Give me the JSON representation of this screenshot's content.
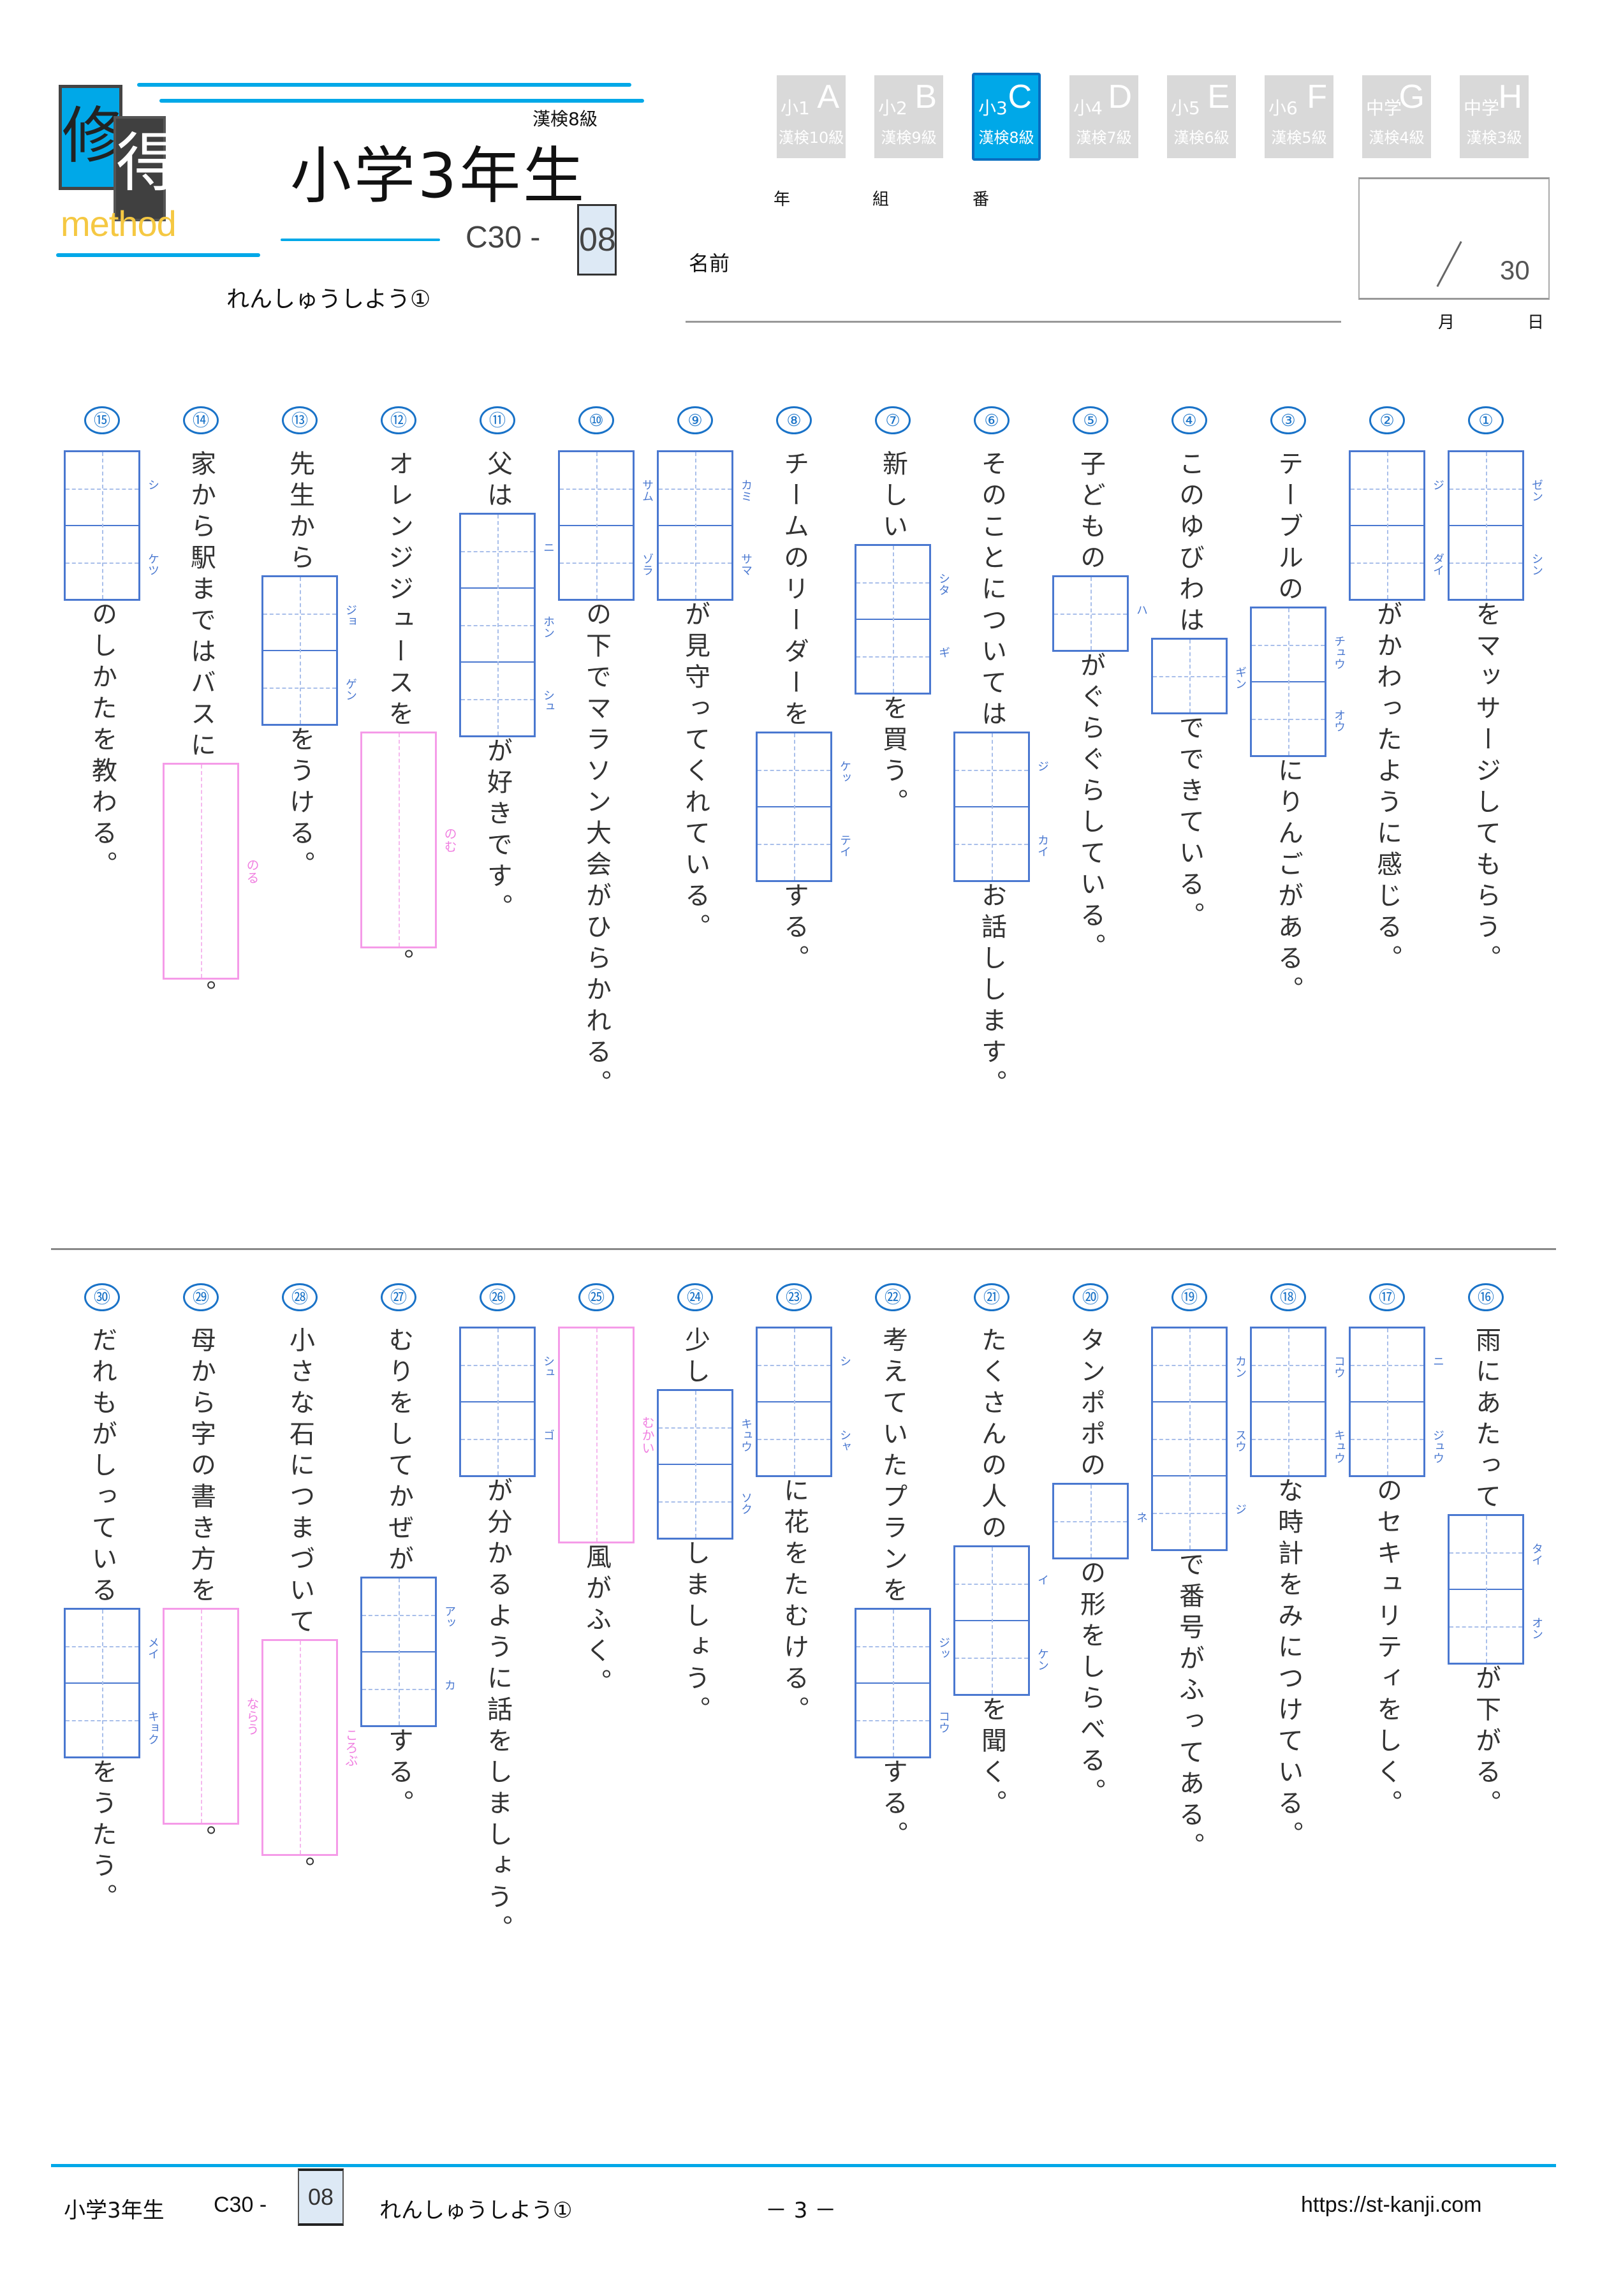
{
  "header": {
    "logo": {
      "char1": "修",
      "char2": "得",
      "word": "method"
    },
    "title": "小学3年生",
    "kanken_level": "漢検8級",
    "code_prefix": "C30 -",
    "code_number": "08",
    "subtitle": "れんしゅうしよう①"
  },
  "grade_tabs": [
    {
      "grade": "小1",
      "letter": "A",
      "kanken": "漢検10級",
      "active": false
    },
    {
      "grade": "小2",
      "letter": "B",
      "kanken": "漢検9級",
      "active": false
    },
    {
      "grade": "小3",
      "letter": "C",
      "kanken": "漢検8級",
      "active": true
    },
    {
      "grade": "小4",
      "letter": "D",
      "kanken": "漢検7級",
      "active": false
    },
    {
      "grade": "小5",
      "letter": "E",
      "kanken": "漢検6級",
      "active": false
    },
    {
      "grade": "小6",
      "letter": "F",
      "kanken": "漢検5級",
      "active": false
    },
    {
      "grade": "中学",
      "letter": "G",
      "kanken": "漢検4級",
      "active": false
    },
    {
      "grade": "中学",
      "letter": "H",
      "kanken": "漢検3級",
      "active": false
    }
  ],
  "student_info": {
    "year_label": "年",
    "class_label": "組",
    "number_label": "番",
    "name_label": "名前",
    "score_total": "30",
    "month_label": "月",
    "day_label": "日"
  },
  "questions": [
    {
      "num": "①",
      "segments": [
        {
          "type": "kanji",
          "readings": [
            "ゼン",
            "シン"
          ]
        },
        {
          "type": "text",
          "text": "をマッサージしてもらう。"
        }
      ]
    },
    {
      "num": "②",
      "segments": [
        {
          "type": "kanji",
          "readings": [
            "ジ",
            "ダイ"
          ]
        },
        {
          "type": "text",
          "text": "がかわったように感じる。"
        }
      ]
    },
    {
      "num": "③",
      "segments": [
        {
          "type": "text",
          "text": "テーブルの"
        },
        {
          "type": "kanji",
          "readings": [
            "チュウ",
            "オウ"
          ]
        },
        {
          "type": "text",
          "text": "にりんごがある。"
        }
      ]
    },
    {
      "num": "④",
      "segments": [
        {
          "type": "text",
          "text": "このゆびわは"
        },
        {
          "type": "kanji",
          "readings": [
            "ギン"
          ]
        },
        {
          "type": "text",
          "text": "でできている。"
        }
      ]
    },
    {
      "num": "⑤",
      "segments": [
        {
          "type": "text",
          "text": "子どもの"
        },
        {
          "type": "kanji",
          "readings": [
            "ハ"
          ]
        },
        {
          "type": "text",
          "text": "がぐらぐらしている。"
        }
      ]
    },
    {
      "num": "⑥",
      "segments": [
        {
          "type": "text",
          "text": "そのことについては"
        },
        {
          "type": "kanji",
          "readings": [
            "ジ",
            "カイ"
          ]
        },
        {
          "type": "text",
          "text": "お話しします。"
        }
      ]
    },
    {
      "num": "⑦",
      "segments": [
        {
          "type": "text",
          "text": "新しい"
        },
        {
          "type": "kanji",
          "readings": [
            "シタ",
            "ギ"
          ]
        },
        {
          "type": "text",
          "text": "を買う。"
        }
      ]
    },
    {
      "num": "⑧",
      "segments": [
        {
          "type": "text",
          "text": "チームのリーダーを"
        },
        {
          "type": "kanji",
          "readings": [
            "ケッ",
            "テイ"
          ]
        },
        {
          "type": "text",
          "text": "する。"
        }
      ]
    },
    {
      "num": "⑨",
      "segments": [
        {
          "type": "kanji",
          "readings": [
            "カミ",
            "サマ"
          ]
        },
        {
          "type": "text",
          "text": "が見守ってくれている。"
        }
      ]
    },
    {
      "num": "⑩",
      "segments": [
        {
          "type": "kanji",
          "readings": [
            "サム",
            "ゾラ"
          ]
        },
        {
          "type": "text",
          "text": "の下でマラソン大会がひらかれる。"
        }
      ]
    },
    {
      "num": "⑪",
      "segments": [
        {
          "type": "text",
          "text": "父は"
        },
        {
          "type": "kanji",
          "readings": [
            "ニ",
            "ホン",
            "シュ"
          ]
        },
        {
          "type": "text",
          "text": "が好きです。"
        }
      ]
    },
    {
      "num": "⑫",
      "segments": [
        {
          "type": "text",
          "text": "オレンジジュースを"
        },
        {
          "type": "hira",
          "reading": "のむ"
        },
        {
          "type": "text",
          "text": "。"
        }
      ]
    },
    {
      "num": "⑬",
      "segments": [
        {
          "type": "text",
          "text": "先生から"
        },
        {
          "type": "kanji",
          "readings": [
            "ジョ",
            "ゲン"
          ]
        },
        {
          "type": "text",
          "text": "をうける。"
        }
      ]
    },
    {
      "num": "⑭",
      "segments": [
        {
          "type": "text",
          "text": "家から駅まではバスに"
        },
        {
          "type": "hira",
          "reading": "のる"
        },
        {
          "type": "text",
          "text": "。"
        }
      ]
    },
    {
      "num": "⑮",
      "segments": [
        {
          "type": "kanji",
          "readings": [
            "シ",
            "ケツ"
          ]
        },
        {
          "type": "text",
          "text": "のしかたを教わる。"
        }
      ]
    },
    {
      "num": "⑯",
      "segments": [
        {
          "type": "text",
          "text": "雨にあたって"
        },
        {
          "type": "kanji",
          "readings": [
            "タイ",
            "オン"
          ]
        },
        {
          "type": "text",
          "text": "が下がる。"
        }
      ]
    },
    {
      "num": "⑰",
      "segments": [
        {
          "type": "kanji",
          "readings": [
            "ニ",
            "ジュウ"
          ]
        },
        {
          "type": "text",
          "text": "のセキュリティをしく。"
        }
      ]
    },
    {
      "num": "⑱",
      "segments": [
        {
          "type": "kanji",
          "readings": [
            "コウ",
            "キュウ"
          ]
        },
        {
          "type": "text",
          "text": "な時計をみにつけている。"
        }
      ]
    },
    {
      "num": "⑲",
      "segments": [
        {
          "type": "kanji",
          "readings": [
            "カン",
            "スウ",
            "ジ"
          ]
        },
        {
          "type": "text",
          "text": "で番号がふってある。"
        }
      ]
    },
    {
      "num": "⑳",
      "segments": [
        {
          "type": "text",
          "text": "タンポポの"
        },
        {
          "type": "kanji",
          "readings": [
            "ネ"
          ]
        },
        {
          "type": "text",
          "text": "の形をしらべる。"
        }
      ]
    },
    {
      "num": "㉑",
      "segments": [
        {
          "type": "text",
          "text": "たくさんの人の"
        },
        {
          "type": "kanji",
          "readings": [
            "イ",
            "ケン"
          ]
        },
        {
          "type": "text",
          "text": "を聞く。"
        }
      ]
    },
    {
      "num": "㉒",
      "segments": [
        {
          "type": "text",
          "text": "考えていたプランを"
        },
        {
          "type": "kanji",
          "readings": [
            "ジッ",
            "コウ"
          ]
        },
        {
          "type": "text",
          "text": "する。"
        }
      ]
    },
    {
      "num": "㉓",
      "segments": [
        {
          "type": "kanji",
          "readings": [
            "シ",
            "シャ"
          ]
        },
        {
          "type": "text",
          "text": "に花をたむける。"
        }
      ]
    },
    {
      "num": "㉔",
      "segments": [
        {
          "type": "text",
          "text": "少し"
        },
        {
          "type": "kanji",
          "readings": [
            "キュウ",
            "ソク"
          ]
        },
        {
          "type": "text",
          "text": "しましょう。"
        }
      ]
    },
    {
      "num": "㉕",
      "segments": [
        {
          "type": "hira",
          "reading": "むかい"
        },
        {
          "type": "text",
          "text": "風がふく。"
        }
      ]
    },
    {
      "num": "㉖",
      "segments": [
        {
          "type": "kanji",
          "readings": [
            "シュ",
            "ゴ"
          ]
        },
        {
          "type": "text",
          "text": "が分かるように話をしましょう。"
        }
      ]
    },
    {
      "num": "㉗",
      "segments": [
        {
          "type": "text",
          "text": "むりをしてかぜが"
        },
        {
          "type": "kanji",
          "readings": [
            "アッ",
            "カ"
          ]
        },
        {
          "type": "text",
          "text": "する。"
        }
      ]
    },
    {
      "num": "㉘",
      "segments": [
        {
          "type": "text",
          "text": "小さな石につまづいて"
        },
        {
          "type": "hira",
          "reading": "ころぶ"
        },
        {
          "type": "text",
          "text": "。"
        }
      ]
    },
    {
      "num": "㉙",
      "segments": [
        {
          "type": "text",
          "text": "母から字の書き方を"
        },
        {
          "type": "hira",
          "reading": "ならう"
        },
        {
          "type": "text",
          "text": "。"
        }
      ]
    },
    {
      "num": "㉚",
      "segments": [
        {
          "type": "text",
          "text": "だれもがしっている"
        },
        {
          "type": "kanji",
          "readings": [
            "メイ",
            "キョク"
          ]
        },
        {
          "type": "text",
          "text": "をうたう。"
        }
      ]
    }
  ],
  "footer": {
    "grade": "小学3年生",
    "code_prefix": "C30 -",
    "code_number": "08",
    "subtitle": "れんしゅうしよう①",
    "page": "－ 3 －",
    "url": "https://st-kanji.com"
  },
  "colors": {
    "accent_blue": "#00a8e8",
    "box_blue": "#4a78d0",
    "number_blue": "#1a73c8",
    "hiragana_pink": "#f59be8",
    "code_box_bg": "#dde9f5"
  }
}
